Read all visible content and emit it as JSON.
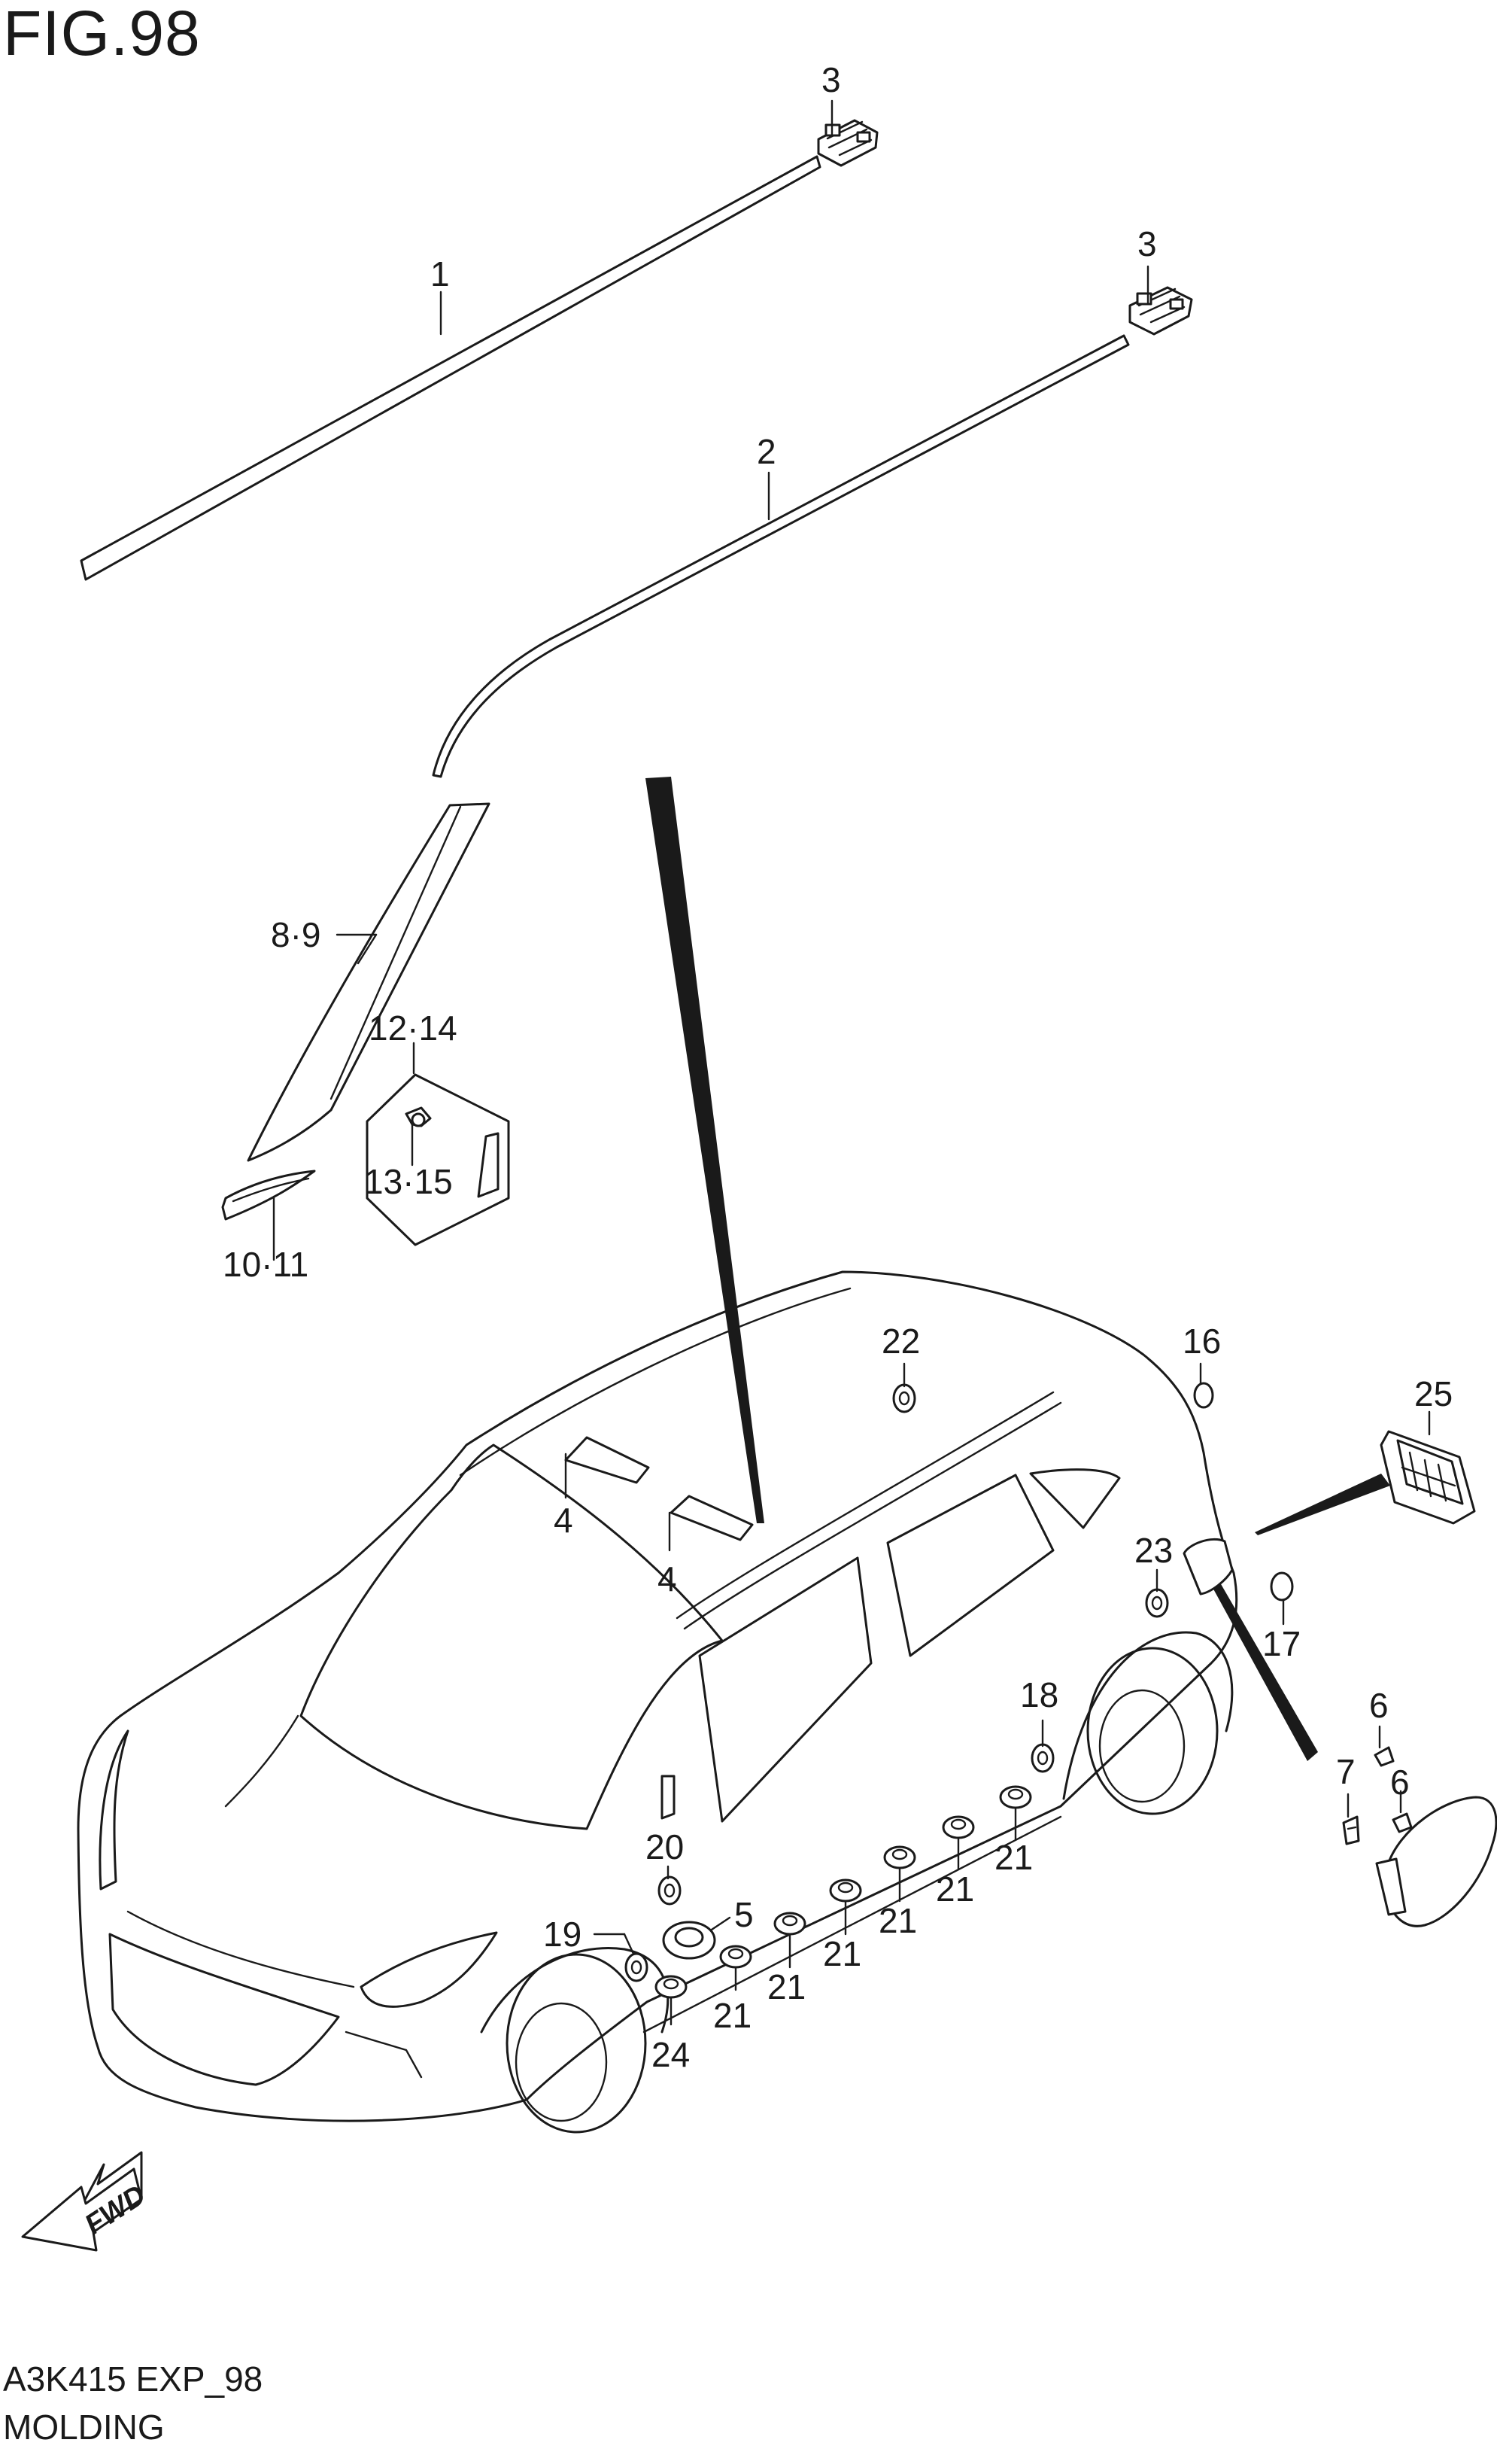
{
  "figure": {
    "title": "FIG.98",
    "code": "A3K415 EXP_98",
    "name": "MOLDING"
  },
  "fwd_label": "FWD",
  "callouts": {
    "c1": "1",
    "c2": "2",
    "c3a": "3",
    "c3b": "3",
    "c4a": "4",
    "c4b": "4",
    "c5": "5",
    "c6a": "6",
    "c6b": "6",
    "c7": "7",
    "c8_9": "8·9",
    "c10_11": "10·11",
    "c12_14": "12·14",
    "c13_15": "13·15",
    "c16": "16",
    "c17": "17",
    "c18": "18",
    "c19": "19",
    "c20": "20",
    "c21a": "21",
    "c21b": "21",
    "c21c": "21",
    "c21d": "21",
    "c21e": "21",
    "c21f": "21",
    "c22": "22",
    "c23": "23",
    "c24": "24",
    "c25": "25"
  }
}
